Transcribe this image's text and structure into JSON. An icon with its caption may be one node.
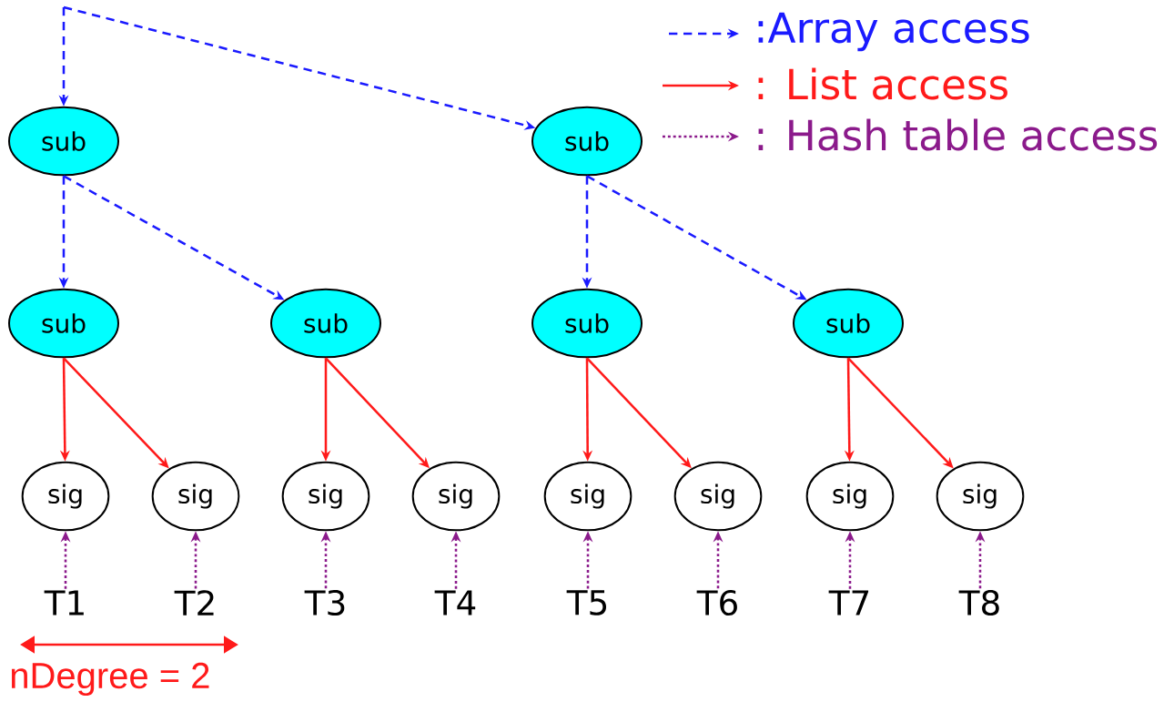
{
  "diagram": {
    "nodes": [
      {
        "text": [
          "sub"
        ]
      },
      {
        "text": [
          "sub"
        ]
      },
      {
        "text": [
          "sub"
        ]
      },
      {
        "text": [
          "sub"
        ]
      },
      {
        "text": [
          "sub"
        ]
      },
      {
        "text": [
          "sub"
        ]
      },
      {
        "text": [
          "sig"
        ]
      },
      {
        "text": [
          "sig"
        ]
      },
      {
        "text": [
          "sig"
        ]
      },
      {
        "text": [
          "sig"
        ]
      },
      {
        "text": [
          "sig"
        ]
      },
      {
        "text": [
          "sig"
        ]
      },
      {
        "text": [
          "sig"
        ]
      },
      {
        "text": [
          "sig"
        ]
      },
      {
        "text": [
          "T1"
        ]
      },
      {
        "text": [
          "T2"
        ]
      },
      {
        "text": [
          "T3"
        ]
      },
      {
        "text": [
          "T4"
        ]
      },
      {
        "text": [
          "T5"
        ]
      },
      {
        "text": [
          "T6"
        ]
      },
      {
        "text": [
          "T7"
        ]
      },
      {
        "text": [
          "T8"
        ]
      }
    ],
    "edges": [
      {
        "from": null,
        "to": 0,
        "arrow": "to",
        "style": "dashed",
        "color": "#1a1aff"
      },
      {
        "from": null,
        "to": 1,
        "arrow": "to",
        "style": "dashed",
        "color": "#1a1aff"
      },
      {
        "from": 0,
        "to": 2,
        "arrow": "to",
        "style": "dashed",
        "color": "#1a1aff"
      },
      {
        "from": 0,
        "to": 3,
        "arrow": "to",
        "style": "dashed",
        "color": "#1a1aff"
      },
      {
        "from": 1,
        "to": 4,
        "arrow": "to",
        "style": "dashed",
        "color": "#1a1aff"
      },
      {
        "from": 1,
        "to": 5,
        "arrow": "to",
        "style": "dashed",
        "color": "#1a1aff"
      },
      {
        "from": 2,
        "to": 6,
        "arrow": "to",
        "color": "#ff1a1a"
      },
      {
        "from": 2,
        "to": 7,
        "arrow": "to",
        "color": "#ff1a1a"
      },
      {
        "from": 3,
        "to": 8,
        "arrow": "to",
        "color": "#ff1a1a"
      },
      {
        "from": 3,
        "to": 9,
        "arrow": "to",
        "color": "#ff1a1a"
      },
      {
        "from": 4,
        "to": 10,
        "arrow": "to",
        "color": "#ff1a1a"
      },
      {
        "from": 4,
        "to": 11,
        "arrow": "to",
        "color": "#ff1a1a"
      },
      {
        "from": 5,
        "to": 12,
        "arrow": "to",
        "color": "#ff1a1a"
      },
      {
        "from": 5,
        "to": 13,
        "arrow": "to",
        "color": "#ff1a1a"
      },
      {
        "from": 14,
        "to": 6,
        "arrow": "to",
        "style": "dashed",
        "color": "#8b1a8b"
      },
      {
        "from": 15,
        "to": 7,
        "arrow": "to",
        "style": "dashed",
        "color": "#8b1a8b"
      },
      {
        "from": 16,
        "to": 8,
        "arrow": "to",
        "style": "dashed",
        "color": "#8b1a8b"
      },
      {
        "from": 17,
        "to": 9,
        "arrow": "to",
        "style": "dashed",
        "color": "#8b1a8b"
      },
      {
        "from": 18,
        "to": 10,
        "arrow": "to",
        "style": "dashed",
        "color": "#8b1a8b"
      },
      {
        "from": 19,
        "to": 11,
        "arrow": "to",
        "style": "dashed",
        "color": "#8b1a8b"
      },
      {
        "from": 20,
        "to": 12,
        "arrow": "to",
        "style": "dashed",
        "color": "#8b1a8b"
      },
      {
        "from": 21,
        "to": 13,
        "arrow": "to",
        "style": "dashed",
        "color": "#8b1a8b"
      }
    ],
    "labels": [
      "nDegree = 2"
    ],
    "legend": [
      {
        "text": ":Array access"
      },
      {
        "text": ": List access"
      },
      {
        "text": ": Hash table access"
      }
    ]
  }
}
